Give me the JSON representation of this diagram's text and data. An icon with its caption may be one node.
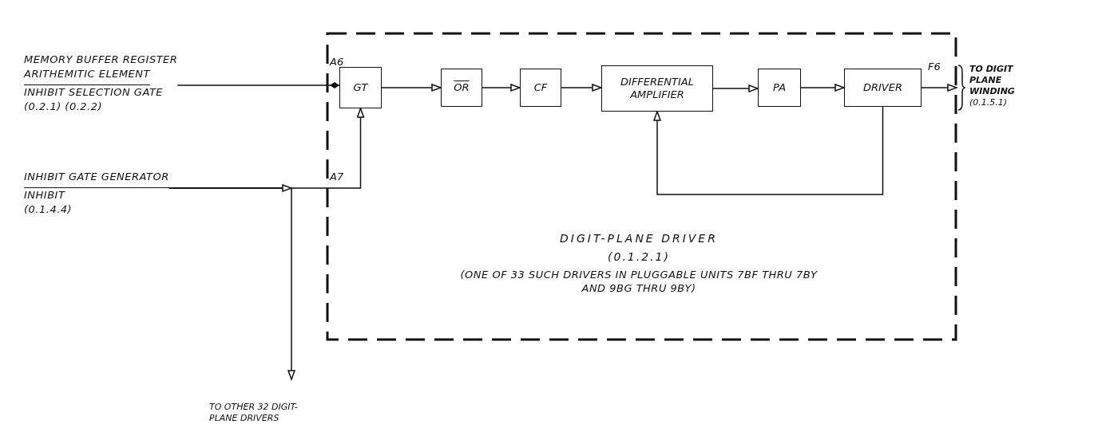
{
  "diagram": {
    "nodes": [
      {
        "text": [
          "DIGIT-PLANE DRIVER",
          "(0.1.2.1)",
          "(ONE OF 33 SUCH DRIVERS IN PLUGGABLE UNITS 7BF THRU 7BY AND 9BG THRU 9BY)"
        ]
      },
      {
        "text": [
          "GT"
        ],
        "in": 0
      },
      {
        "text": [
          "OR"
        ],
        "in": 0
      },
      {
        "text": [
          "CF"
        ],
        "in": 0
      },
      {
        "text": [
          "DIFFERENTIAL AMPLIFIER"
        ],
        "in": 0
      },
      {
        "text": [
          "PA"
        ],
        "in": 0
      },
      {
        "text": [
          "DRIVER"
        ],
        "in": 0
      },
      {
        "text": [
          "MEMORY BUFFER REGISTER",
          "ARITHEMITIC ELEMENT",
          "INHIBIT SELECTION GATE",
          "(0.2.1) (0.2.2)"
        ]
      },
      {
        "text": [
          "INHIBIT GATE GENERATOR",
          "INHIBIT",
          "(0.1.4.4)"
        ]
      },
      {
        "text": [
          "TO DIGIT PLANE WINDING",
          "(0.1.5.1)"
        ]
      },
      {
        "text": [
          "TO OTHER 32 DIGIT-PLANE DRIVERS"
        ]
      }
    ],
    "edges": [
      {
        "from": 7,
        "to": 1,
        "arrow": "other"
      },
      {
        "from": 8,
        "to": 1,
        "arrow": "to"
      },
      {
        "from": 8,
        "to": 10,
        "arrow": "to"
      },
      {
        "from": 1,
        "to": 2,
        "arrow": "to"
      },
      {
        "from": 2,
        "to": 3,
        "arrow": "to"
      },
      {
        "from": 3,
        "to": 4,
        "arrow": "to"
      },
      {
        "from": 4,
        "to": 5,
        "arrow": "to"
      },
      {
        "from": 5,
        "to": 6,
        "arrow": "to"
      },
      {
        "from": 6,
        "to": 4,
        "arrow": "to"
      },
      {
        "from": 6,
        "to": 9,
        "arrow": "to"
      }
    ],
    "labels": [
      "A6",
      "A7",
      "F6"
    ]
  }
}
